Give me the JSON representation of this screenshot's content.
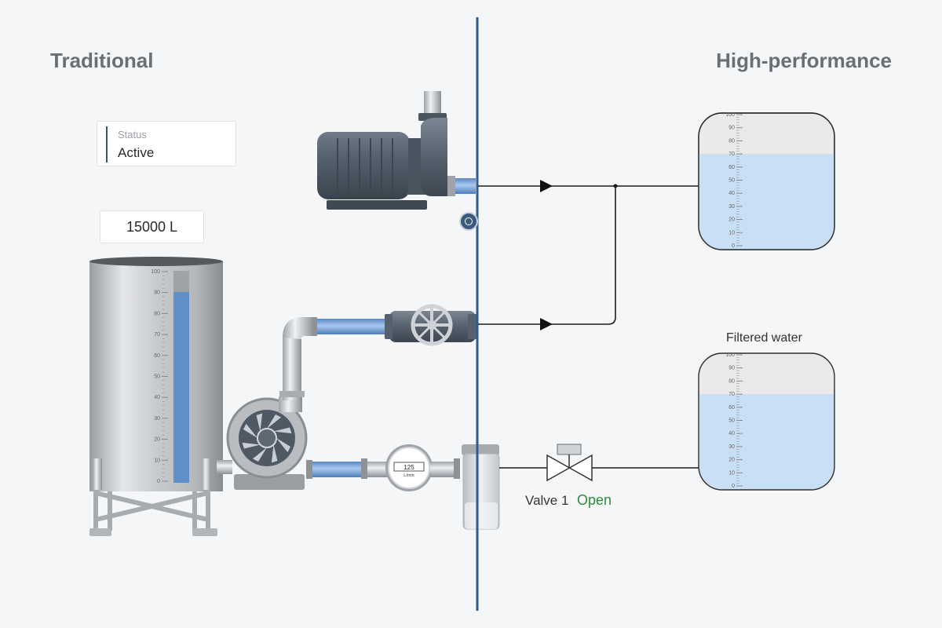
{
  "headings": {
    "left": "Traditional",
    "right": "High-performance"
  },
  "status_card": {
    "caption": "Status",
    "value": "Active"
  },
  "volume_display": {
    "text": "15000 L"
  },
  "flow_meter": {
    "reading": "125",
    "unit": "L/min"
  },
  "valve": {
    "label": "Valve 1",
    "state": "Open"
  },
  "tank_titles": {
    "lower_right": "Filtered water"
  },
  "level_scales": {
    "ticks": [
      "100",
      "90",
      "80",
      "70",
      "60",
      "50",
      "40",
      "30",
      "20",
      "10",
      "0"
    ]
  },
  "levels": {
    "storage_tank_percent": 90,
    "upper_hp_tank_percent": 70,
    "lower_hp_tank_percent": 70
  },
  "colors": {
    "divider": "#2f5a94",
    "water": "#c9dff5",
    "liquid_column": "#5f8ec8",
    "open_status": "#2e8b3a",
    "steel": "#b8bcc1"
  }
}
